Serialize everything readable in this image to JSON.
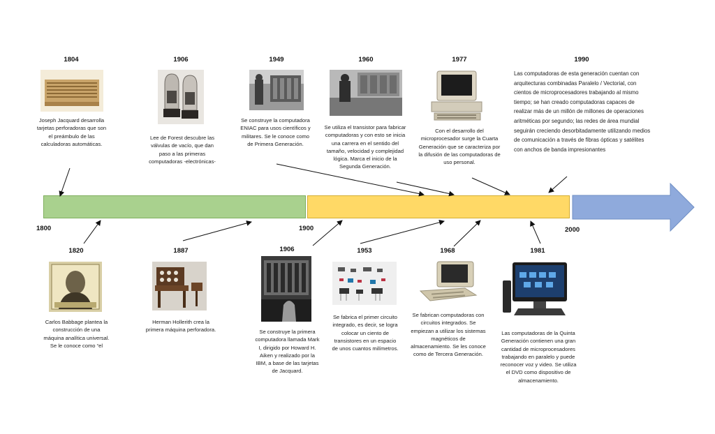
{
  "axis": {
    "start": "1800",
    "middle": "1900",
    "end": "2000"
  },
  "colors": {
    "segment1": "#a9d18e",
    "segment2": "#ffd966",
    "arrow": "#8faadc"
  },
  "top_events": [
    {
      "year": "1804",
      "image": "jacquard-punch-cards",
      "text": "Joseph Jacquard desarrolla tarjetas perforadoras que son el preámbulo de las calculadoras automáticas."
    },
    {
      "year": "1906",
      "image": "vacuum-tubes",
      "text": "Lee de Forest descubre las válvulas de vacío, que dan paso a las primeras computadoras -electrónicas-"
    },
    {
      "year": "1949",
      "image": "eniac-computer",
      "text": "Se construye la computadora ENIAC para usos científicos y militares. Se le conoce como de Primera Generación."
    },
    {
      "year": "1960",
      "image": "transistor-computer",
      "text": "Se utiliza el transistor para fabricar computadoras y con esto se inicia una carrera en el sentido del tamaño, velocidad y complejidad lógica. Marca el inicio de la Segunda Generación."
    },
    {
      "year": "1977",
      "image": "personal-computer",
      "text": "Con el desarrollo del microprocesador surge la Cuarta Generación que se caracteriza por la difusión de las computadoras de uso personal."
    },
    {
      "year": "1990",
      "image": "",
      "text": "Las computadoras de esta generación cuentan con arquitecturas combinadas Paralelo / Vectorial, con cientos de microprocesadores trabajando al mismo tiempo; se han creado computadoras capaces de realizar más de un millón de millones de operaciones aritméticas por segundo; las redes de área mundial seguirán creciendo desorbitadamente utilizando medios de comunicación a través de fibras ópticas y satélites con anchos de banda impresionantes"
    }
  ],
  "bottom_events": [
    {
      "year": "1820",
      "image": "charles-babbage-portrait",
      "text": "Carlos Babbage plantea la construcción de una máquina analítica universal. Se le conoce como “el"
    },
    {
      "year": "1887",
      "image": "hollerith-machine",
      "text": "Herman Hollerith crea la primera máquina perforadora."
    },
    {
      "year": "1906",
      "image": "mark-i-computer",
      "text": "Se construye la primera computadora llamada Mark I, dirigido por Howard H. Aiken y realizado por la IBM, a base de las tarjetas de Jacquard."
    },
    {
      "year": "1953",
      "image": "integrated-circuit-components",
      "text": "Se fabrica el primer circuito integrado, es decir, se logra colocar un ciento de transistores en un espacio de unos cuantos milímetros."
    },
    {
      "year": "1968",
      "image": "apple-ii-computer",
      "text": "Se fabrican computadoras con circuitos integrados. Se empiezan a utilizar los sistemas magnéticos de almacenamiento. Se les conoce como de Tercera Generación."
    },
    {
      "year": "1981",
      "image": "desktop-computer",
      "text": "Las computadoras de la Quinta Generación contienen una gran cantidad de microprocesadores trabajando en paralelo y puede reconocer voz y video. Se utiliza el DVD como dispositivo de almacenamiento."
    }
  ]
}
